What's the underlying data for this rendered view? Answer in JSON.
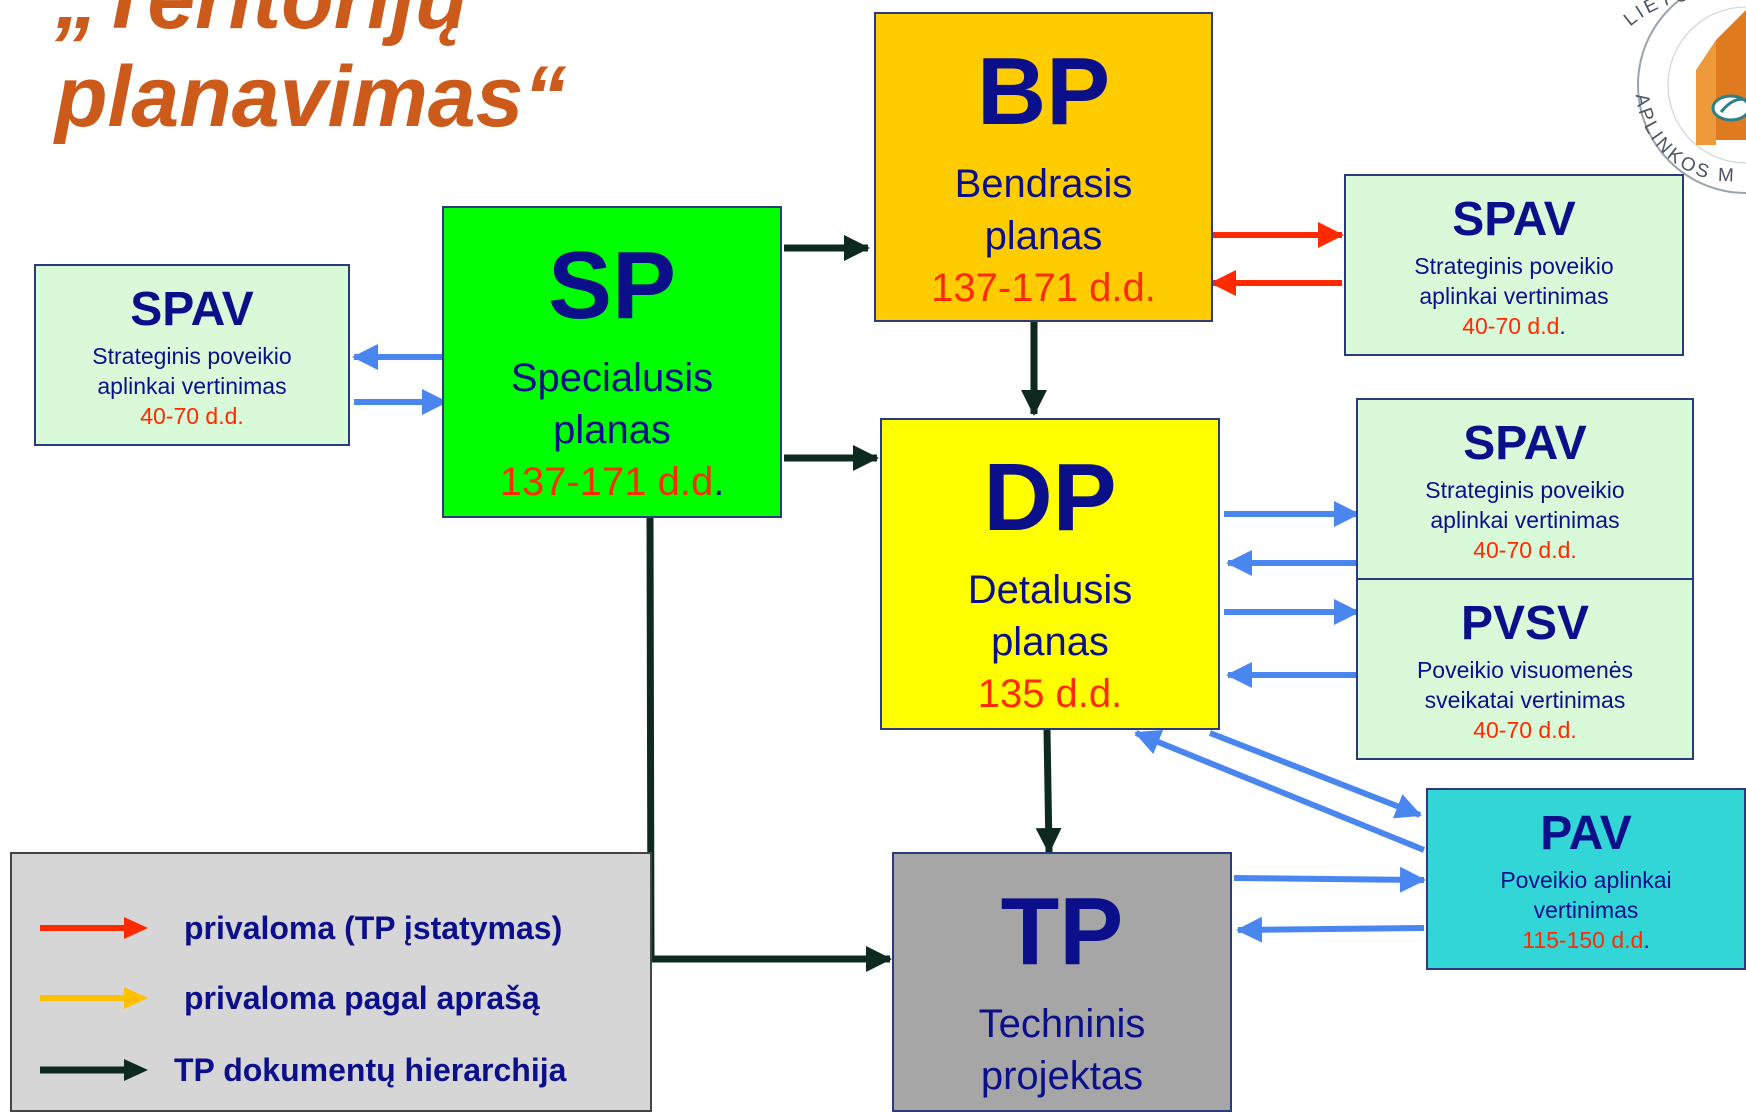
{
  "title": {
    "line1": "„Teritorijų",
    "line2": "planavimas“"
  },
  "logo": {
    "ring_text_top": "LIETU",
    "ring_text_bottom": "APLINKOS M"
  },
  "boxes": {
    "bp": {
      "abbr": "BP",
      "name1": "Bendrasis",
      "name2": "planas",
      "duration": "137-171 d.d."
    },
    "sp": {
      "abbr": "SP",
      "name1": "Specialusis",
      "name2": "planas",
      "duration": "137-171 d.d",
      "tail": "."
    },
    "dp": {
      "abbr": "DP",
      "name1": "Detalusis",
      "name2": "planas",
      "duration": "135 d.d."
    },
    "tp": {
      "abbr": "TP",
      "name1": "Techninis",
      "name2": "projektas"
    },
    "spav_left": {
      "abbr": "SPAV",
      "desc1": "Strateginis poveikio",
      "desc2": "aplinkai vertinimas",
      "duration": "40-70 d.d."
    },
    "spav_bp": {
      "abbr": "SPAV",
      "desc1": "Strateginis poveikio",
      "desc2": "aplinkai vertinimas",
      "duration": "40-70 d.d",
      "tail": "."
    },
    "spav_dp": {
      "abbr": "SPAV",
      "desc1": "Strateginis poveikio",
      "desc2": "aplinkai vertinimas",
      "duration": "40-70 d.d."
    },
    "pvsv": {
      "abbr": "PVSV",
      "desc1": "Poveikio visuomenės",
      "desc2": "sveikatai vertinimas",
      "duration": "40-70 d.d."
    },
    "pav": {
      "abbr": "PAV",
      "desc1": "Poveikio aplinkai",
      "desc2": "vertinimas",
      "duration": "115-150 d.d",
      "tail": "."
    }
  },
  "legend": {
    "items": [
      {
        "label": "privaloma  (TP įstatymas)",
        "color": "#ff2a00"
      },
      {
        "label": "privaloma pagal aprašą",
        "color": "#ffc000"
      },
      {
        "label": "TP dokumentų hierarchija",
        "color": "#0e2a20"
      }
    ]
  },
  "colors": {
    "title": "#cc5a1a",
    "text_blue": "#0c0f8a",
    "duration_red": "#ff2a00",
    "arrow_red": "#ff2a00",
    "arrow_blue": "#4a86f0",
    "arrow_dark": "#0e2a20",
    "bp_fill": "#ffcc00",
    "sp_fill": "#00ff00",
    "dp_fill": "#ffff00",
    "tp_fill": "#a6a6a6",
    "assessment_fill": "#d8fad8",
    "pav_fill": "#33d6d6",
    "legend_fill": "#d6d6d6"
  }
}
